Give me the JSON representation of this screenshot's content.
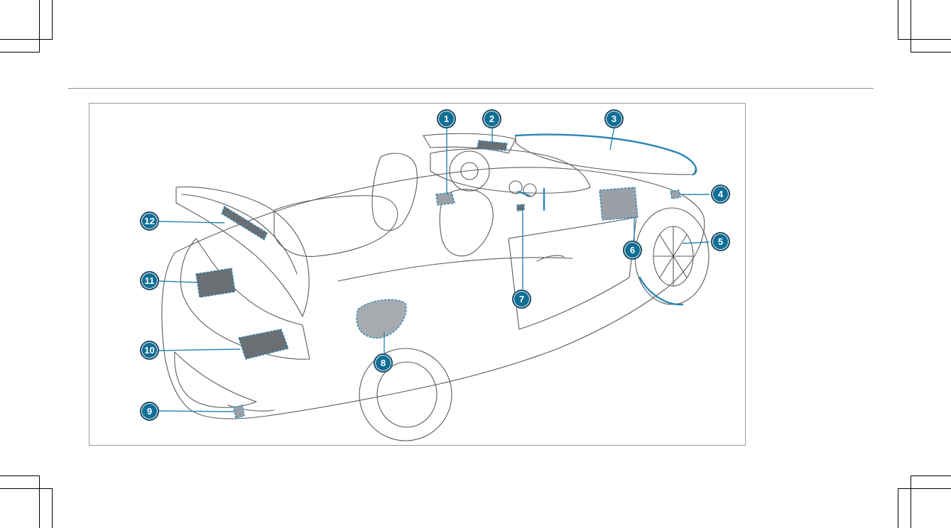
{
  "callouts": [
    {
      "id": "callout-1",
      "label": "1"
    },
    {
      "id": "callout-2",
      "label": "2"
    },
    {
      "id": "callout-3",
      "label": "3"
    },
    {
      "id": "callout-4",
      "label": "4"
    },
    {
      "id": "callout-5",
      "label": "5"
    },
    {
      "id": "callout-6",
      "label": "6"
    },
    {
      "id": "callout-7",
      "label": "7"
    },
    {
      "id": "callout-8",
      "label": "8"
    },
    {
      "id": "callout-9",
      "label": "9"
    },
    {
      "id": "callout-10",
      "label": "10"
    },
    {
      "id": "callout-11",
      "label": "11"
    },
    {
      "id": "callout-12",
      "label": "12"
    }
  ],
  "colors": {
    "accent": "#0f6f96",
    "accent_border": "#1d4a63",
    "highlight_line": "#2a86b5",
    "line_art": "#555555",
    "component_fill": "#9aa0a6"
  },
  "illustration": "convertible-car-cutaway"
}
